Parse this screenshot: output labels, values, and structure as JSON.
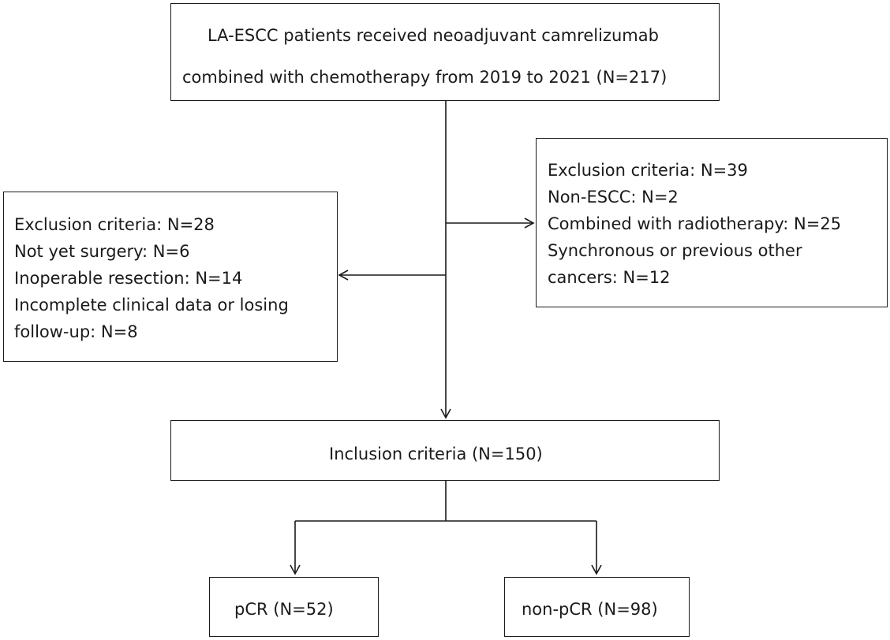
{
  "top_box": {
    "line1": "LA-ESCC patients received neoadjuvant camrelizumab",
    "line2": "combined with chemotherapy from 2019 to 2021 (N=217)"
  },
  "left_exclusion": {
    "line1": "Exclusion criteria: N=28",
    "line2": "Not yet surgery: N=6",
    "line3": "Inoperable resection: N=14",
    "line4": "Incomplete clinical data or losing",
    "line5": "follow-up: N=8"
  },
  "right_exclusion": {
    "line1": "Exclusion criteria: N=39",
    "line2": "Non-ESCC: N=2",
    "line3": "Combined with radiotherapy: N=25",
    "line4": "Synchronous or previous other",
    "line5": "cancers: N=12"
  },
  "inclusion_box": {
    "label": "Inclusion criteria (N=150)"
  },
  "pcr_box": {
    "label": "pCR (N=52)"
  },
  "non_pcr_box": {
    "label": "non-pCR (N=98)"
  }
}
